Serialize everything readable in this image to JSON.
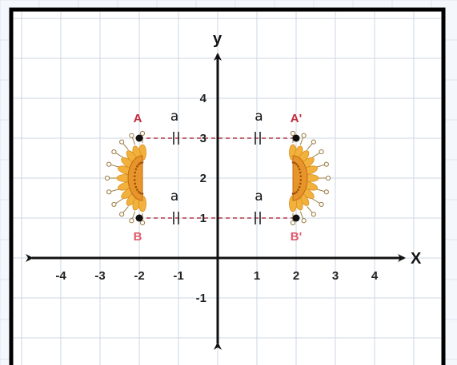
{
  "axes": {
    "x_label": "X",
    "y_label": "y",
    "x_ticks": [
      {
        "v": -4,
        "t": "-4"
      },
      {
        "v": -3,
        "t": "-3"
      },
      {
        "v": -2,
        "t": "-2"
      },
      {
        "v": -1,
        "t": "-1"
      },
      {
        "v": 1,
        "t": "1"
      },
      {
        "v": 2,
        "t": "2"
      },
      {
        "v": 3,
        "t": "3"
      },
      {
        "v": 4,
        "t": "4"
      }
    ],
    "y_ticks": [
      {
        "v": 4,
        "t": "4"
      },
      {
        "v": 3,
        "t": "3"
      },
      {
        "v": 2,
        "t": "2"
      },
      {
        "v": 1,
        "t": "1"
      },
      {
        "v": -1,
        "t": "-1"
      }
    ]
  },
  "points": [
    {
      "name": "A",
      "x": -2,
      "y": 3
    },
    {
      "name": "B",
      "x": -2,
      "y": 1
    },
    {
      "name": "A'",
      "x": 2,
      "y": 3
    },
    {
      "name": "B'",
      "x": 2,
      "y": 1
    }
  ],
  "distance_label": "a",
  "colors": {
    "grid": "#cdd7e6",
    "frame": "#000000",
    "dashed_line": "#b03a48",
    "flower_petal": "#f2b13d",
    "flower_center": "#e7952a",
    "point_label_top": "#c4283c",
    "point_label_bottom": "#e05a6a"
  },
  "icons": [
    "sunflower-left-icon",
    "sunflower-right-icon"
  ]
}
